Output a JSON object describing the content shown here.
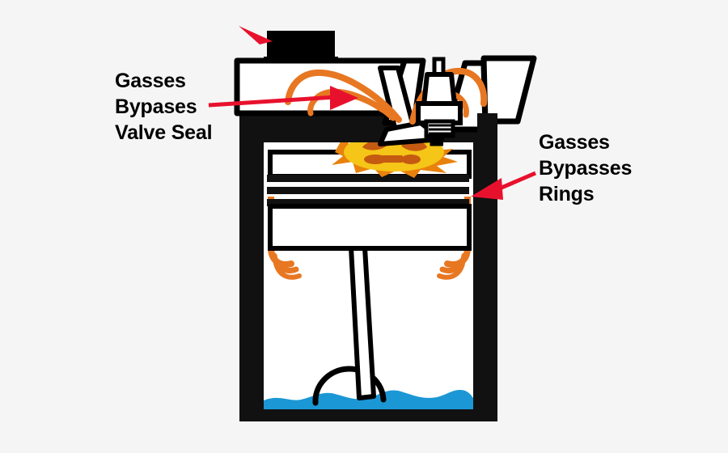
{
  "diagram": {
    "title": "Engine cylinder blow-by diagram",
    "background_color": "#f5f5f5",
    "labels": {
      "valve_seal": {
        "line1": "Gasses",
        "line2": "Bypases",
        "line3": "Valve Seal"
      },
      "rings": {
        "line1": "Gasses",
        "line2": "Bypasses",
        "line3": "Rings"
      }
    },
    "colors": {
      "outline": "#000000",
      "arrow_red": "#E8112D",
      "gas_orange": "#E87722",
      "burst_yellow": "#F5C518",
      "burst_orange": "#E8820C",
      "burst_detail": "#C55A11",
      "oil_blue": "#1B97D5",
      "metal_white": "#FFFFFF",
      "block_black": "#111111"
    },
    "parts": {
      "valve_cover": "valve-cover",
      "cylinder_head": "cylinder-head",
      "intake_valve": "intake-valve",
      "spark_plug": "spark-plug",
      "combustion_burst": "combustion-burst",
      "piston": "piston",
      "piston_rings": "piston-rings",
      "connecting_rod": "connecting-rod",
      "crankshaft": "crankshaft",
      "oil_sump": "oil-sump",
      "cylinder_wall_left": "cylinder-wall-left",
      "cylinder_wall_right": "cylinder-wall-right"
    }
  }
}
